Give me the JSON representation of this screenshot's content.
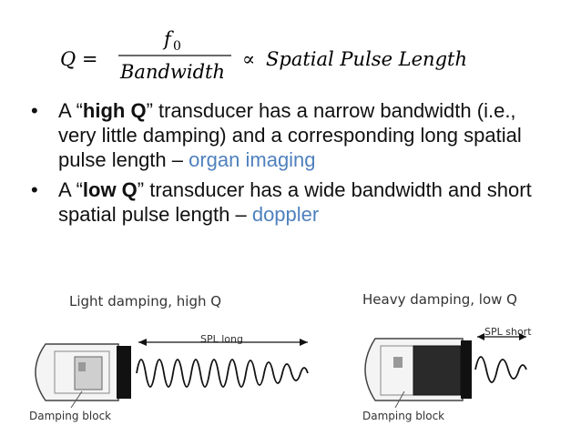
{
  "formula": {
    "lhs": "Q =",
    "numerator": "f",
    "numerator_sub": "0",
    "denominator": "Bandwidth",
    "proportional": "∝",
    "rhs": "Spatial Pulse Length"
  },
  "bullets": [
    {
      "pre": "A “",
      "bold": "high Q",
      "mid": "” transducer has a narrow bandwidth (i.e., very little damping) and a corresponding long spatial pulse length – ",
      "highlight": "organ imaging"
    },
    {
      "pre": "A “",
      "bold": "low Q",
      "mid": "” transducer has a wide bandwidth and short spatial pulse length – ",
      "highlight": "doppler"
    }
  ],
  "diagrams": [
    {
      "title": "Light damping, high Q",
      "spl_label": "SPL long",
      "block_label": "Damping block"
    },
    {
      "title": "Heavy damping, low Q",
      "spl_label": "SPL short",
      "block_label": "Damping block"
    }
  ],
  "colors": {
    "highlight": "#4f81bd",
    "text": "#111111"
  }
}
